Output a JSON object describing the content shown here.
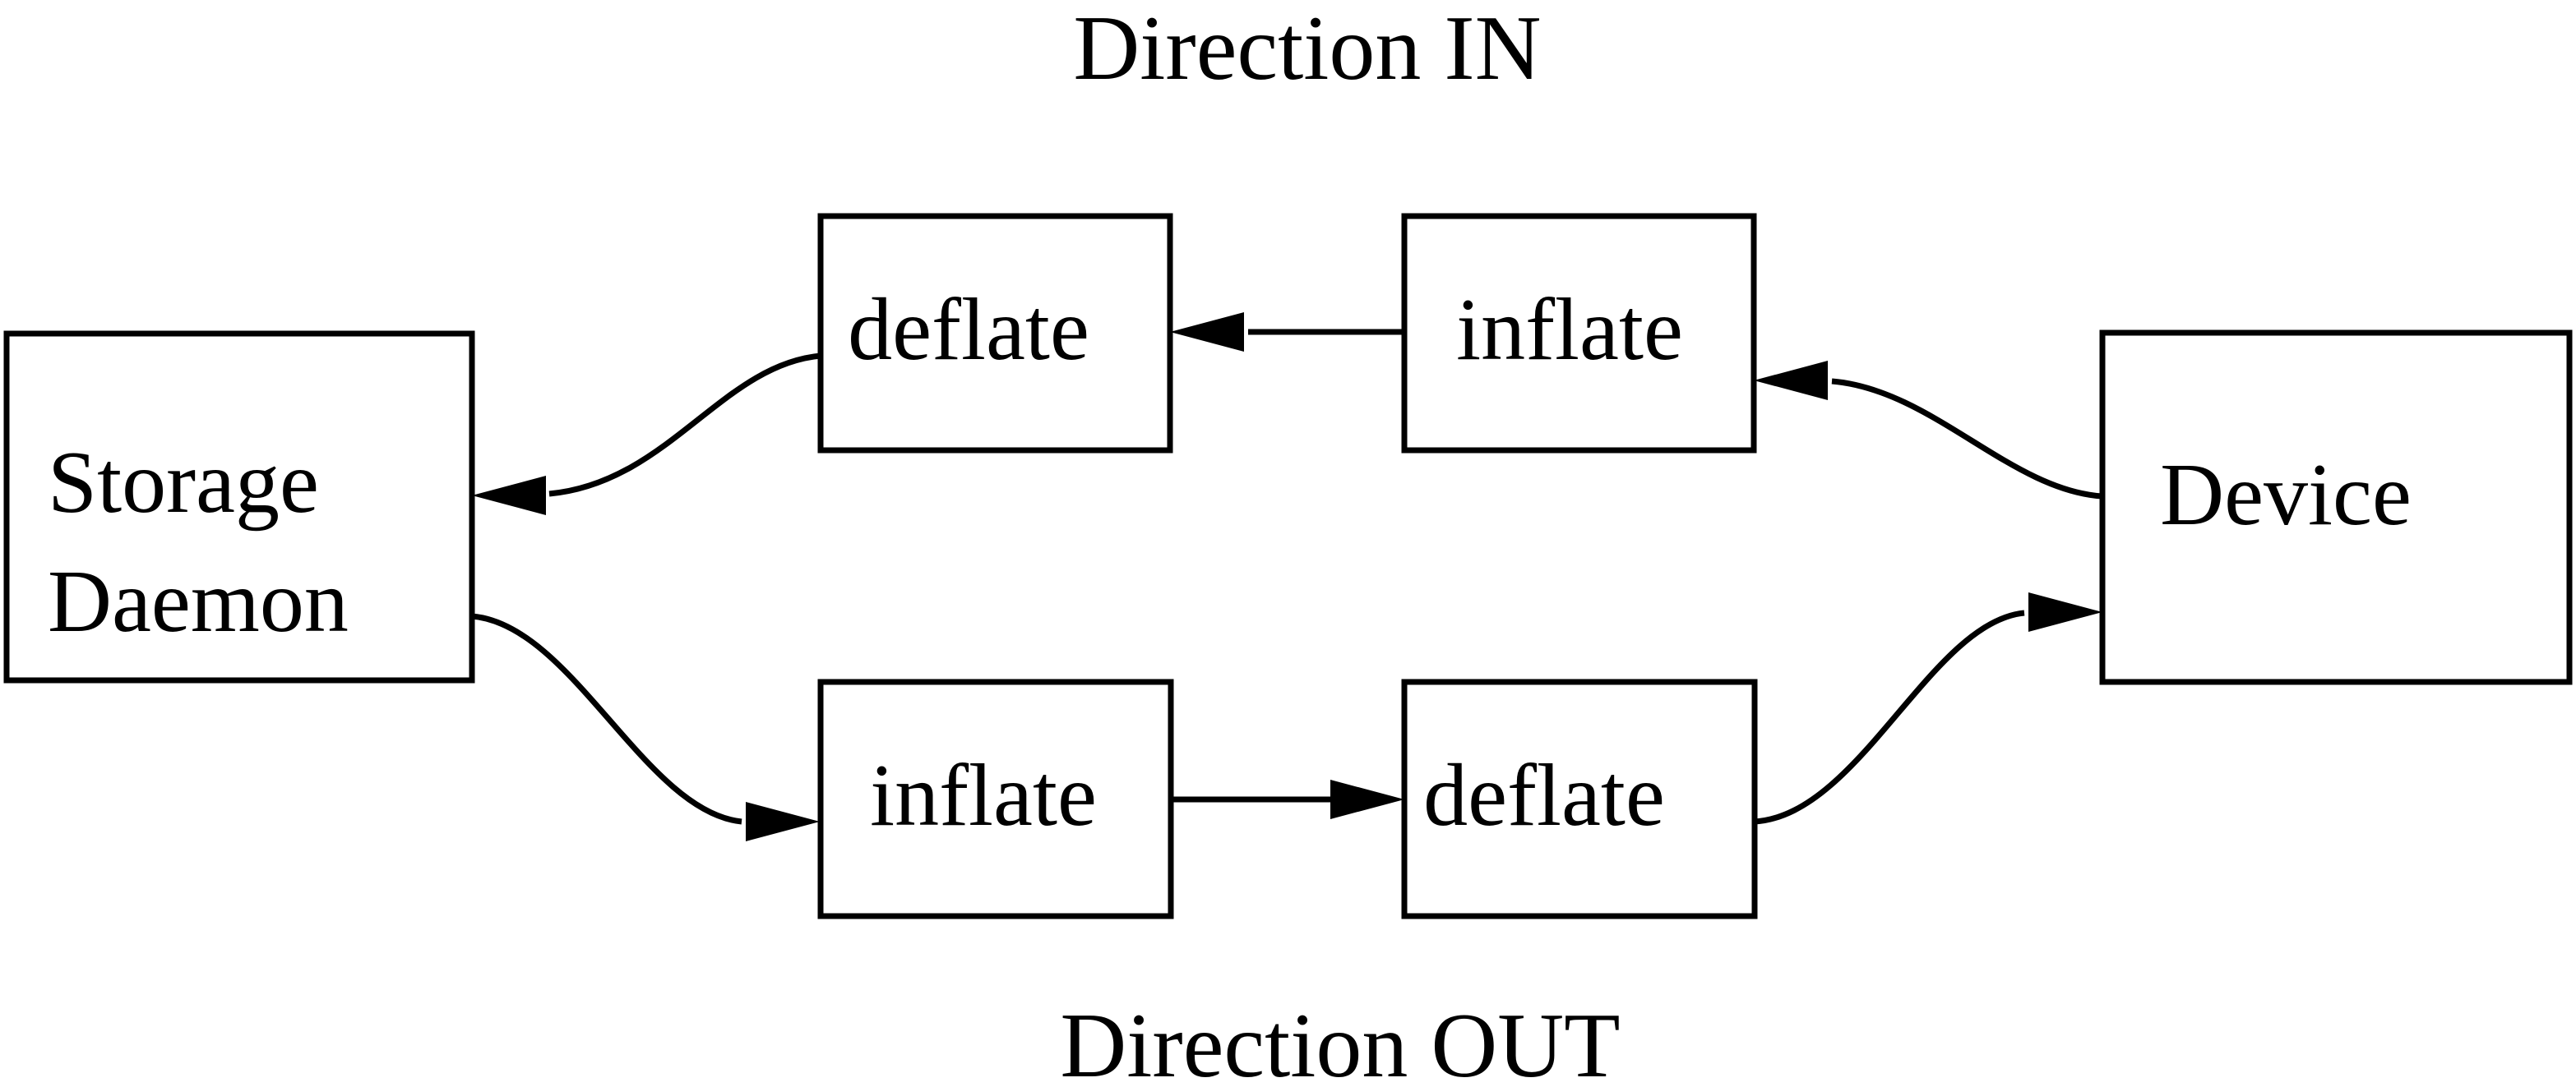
{
  "diagram": {
    "title_in": "Direction IN",
    "title_out": "Direction OUT",
    "nodes": [
      {
        "id": "storage-daemon",
        "label": "Storage Daemon",
        "lines": [
          "Storage",
          "Daemon"
        ]
      },
      {
        "id": "deflate-in",
        "label": "deflate"
      },
      {
        "id": "inflate-in",
        "label": "inflate"
      },
      {
        "id": "inflate-out",
        "label": "inflate"
      },
      {
        "id": "deflate-out",
        "label": "deflate"
      },
      {
        "id": "device",
        "label": "Device"
      }
    ],
    "edges": [
      {
        "from": "device",
        "to": "inflate-in",
        "direction": "IN"
      },
      {
        "from": "inflate-in",
        "to": "deflate-in",
        "direction": "IN"
      },
      {
        "from": "deflate-in",
        "to": "storage-daemon",
        "direction": "IN"
      },
      {
        "from": "storage-daemon",
        "to": "inflate-out",
        "direction": "OUT"
      },
      {
        "from": "inflate-out",
        "to": "deflate-out",
        "direction": "OUT"
      },
      {
        "from": "deflate-out",
        "to": "device",
        "direction": "OUT"
      }
    ],
    "colors": {
      "stroke": "#000000",
      "background": "#ffffff",
      "box_fill": "#ffffff"
    }
  }
}
